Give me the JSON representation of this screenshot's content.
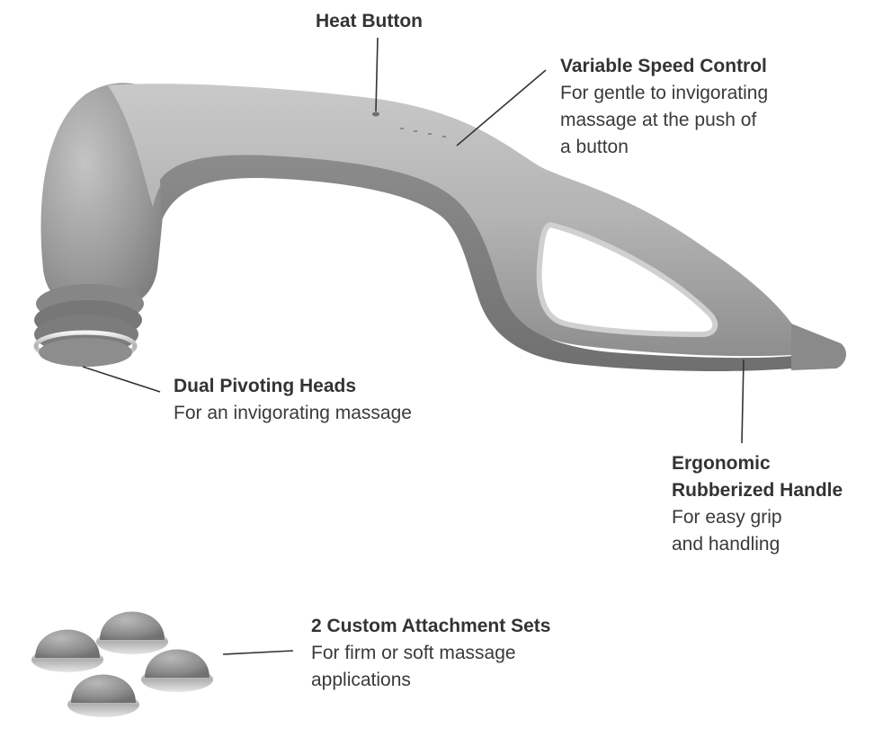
{
  "diagram": {
    "product": "handheld massager",
    "colors": {
      "body_light": "#b6b6b6",
      "body_dark": "#7e7e7e",
      "body_mid": "#9b9b9b",
      "leader_line": "#333333",
      "text": "#3a3a3a"
    },
    "callouts": {
      "heat": {
        "title": "Heat Button",
        "lines": []
      },
      "speed": {
        "title": "Variable Speed Control",
        "lines": [
          "For gentle to invigorating",
          "massage at the push of",
          "a button"
        ]
      },
      "heads": {
        "title": "Dual Pivoting Heads",
        "lines": [
          "For an invigorating massage"
        ]
      },
      "handle": {
        "title_lines": [
          "Ergonomic",
          "Rubberized Handle"
        ],
        "lines": [
          "For easy grip",
          "and handling"
        ]
      },
      "attachments": {
        "title": "2 Custom Attachment Sets",
        "lines": [
          "For firm or soft massage",
          "applications"
        ]
      }
    },
    "attachment_count": 4
  }
}
